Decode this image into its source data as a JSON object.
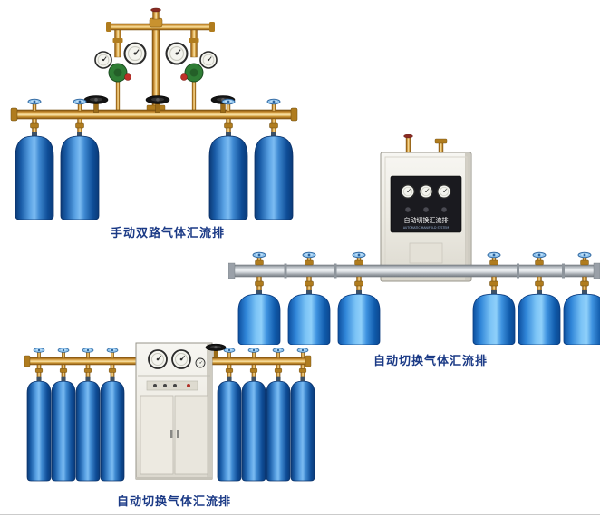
{
  "page": {
    "background": "#ffffff",
    "bottom_rule_color": "#cbcbcb"
  },
  "colors": {
    "caption_text": "#1b3a86",
    "cylinder_blue_dark": "#0b3a76",
    "cylinder_blue_light": "#7cbcf2",
    "brass_pipe": "#d09a38",
    "manifold_silver": "#c4c9ce",
    "cabinet_body": "#edebe3",
    "cabinet_panel": "#1a1a1f",
    "valve_wheel_black": "#141414",
    "valve_wheel_blue": "#8fc4ee",
    "regulator_green": "#2f7d35",
    "regulator_red": "#c03028"
  },
  "products": [
    {
      "id": "manual-dual-manifold",
      "caption": "手动双路气体汇流排",
      "cylinder_count": 4,
      "shutoff_valve_count": 3
    },
    {
      "id": "auto-switch-wall-manifold",
      "caption": "自动切换气体汇流排",
      "cylinder_count": 6,
      "cabinet_panel_text": "自动切换汇流排",
      "cabinet_panel_subtext": "AUTOMATIC MANIFOLD SYSTEM"
    },
    {
      "id": "auto-switch-floor-manifold",
      "caption": "自动切换气体汇流排",
      "cylinder_count": 8
    }
  ]
}
